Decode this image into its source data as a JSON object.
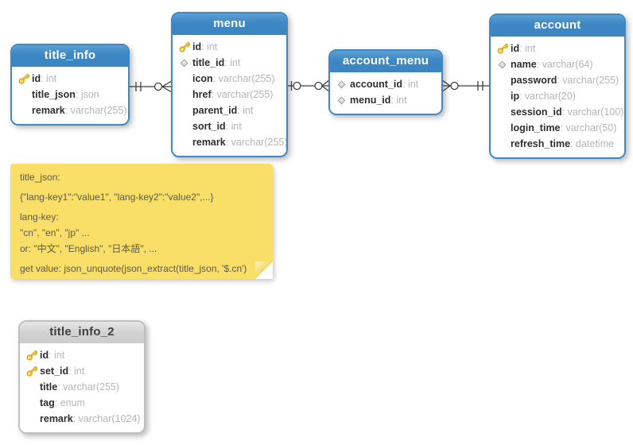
{
  "diagram": {
    "tables": [
      {
        "id": "title_info",
        "title": "title_info",
        "style": "blue",
        "fields": [
          {
            "icon": "key",
            "name": "id",
            "type": "int"
          },
          {
            "icon": "none",
            "name": "title_json",
            "type": "json"
          },
          {
            "icon": "none",
            "name": "remark",
            "type": "varchar(255)"
          }
        ]
      },
      {
        "id": "menu",
        "title": "menu",
        "style": "blue",
        "fields": [
          {
            "icon": "key",
            "name": "id",
            "type": "int"
          },
          {
            "icon": "diamond",
            "name": "title_id",
            "type": "int"
          },
          {
            "icon": "none",
            "name": "icon",
            "type": "varchar(255)"
          },
          {
            "icon": "none",
            "name": "href",
            "type": "varchar(255)"
          },
          {
            "icon": "none",
            "name": "parent_id",
            "type": "int"
          },
          {
            "icon": "none",
            "name": "sort_id",
            "type": "int"
          },
          {
            "icon": "none",
            "name": "remark",
            "type": "varchar(255)"
          }
        ]
      },
      {
        "id": "account_menu",
        "title": "account_menu",
        "style": "blue",
        "fields": [
          {
            "icon": "diamond",
            "name": "account_id",
            "type": "int"
          },
          {
            "icon": "diamond",
            "name": "menu_id",
            "type": "int"
          }
        ]
      },
      {
        "id": "account",
        "title": "account",
        "style": "blue",
        "fields": [
          {
            "icon": "key",
            "name": "id",
            "type": "int"
          },
          {
            "icon": "diamond",
            "name": "name",
            "type": "varchar(64)"
          },
          {
            "icon": "none",
            "name": "password",
            "type": "varchar(255)"
          },
          {
            "icon": "none",
            "name": "ip",
            "type": "varchar(20)"
          },
          {
            "icon": "none",
            "name": "session_id",
            "type": "varchar(100)"
          },
          {
            "icon": "none",
            "name": "login_time",
            "type": "varchar(50)"
          },
          {
            "icon": "none",
            "name": "refresh_time",
            "type": "datetime"
          }
        ]
      },
      {
        "id": "title_info_2",
        "title": "title_info_2",
        "style": "gray",
        "fields": [
          {
            "icon": "key",
            "name": "id",
            "type": "int"
          },
          {
            "icon": "key",
            "name": "set_id",
            "type": "int"
          },
          {
            "icon": "none",
            "name": "title",
            "type": "varchar(255)"
          },
          {
            "icon": "none",
            "name": "tag",
            "type": "enum"
          },
          {
            "icon": "none",
            "name": "remark",
            "type": "varchar(1024)"
          }
        ]
      }
    ],
    "relationships": [
      {
        "from": "title_info",
        "to": "menu",
        "from_cardinality": "one-and-only-one",
        "to_cardinality": "zero-or-many"
      },
      {
        "from": "menu",
        "to": "account_menu",
        "from_cardinality": "zero-or-one",
        "to_cardinality": "zero-or-many"
      },
      {
        "from": "account_menu",
        "to": "account",
        "from_cardinality": "zero-or-many",
        "to_cardinality": "one-and-only-one"
      }
    ],
    "note": {
      "lines": [
        "title_json:",
        "{\"lang-key1\":\"value1\", \"lang-key2\":\"value2\",...}",
        "lang-key:",
        "\"cn\", \"en\", \"jp\" ...",
        "or: \"中文\", \"English\", \"日本語\", ...",
        "get value: json_unquote(json_extract(title_json, '$.cn')"
      ]
    },
    "colors": {
      "table_header_blue": "#3a85c2",
      "table_border_blue": "#3e88c5",
      "table_header_gray": "#d2d2d2",
      "note_yellow": "#f9df67",
      "field_name_text": "#2f2f2f",
      "field_type_text": "#b5b5b5",
      "connector_line": "#3f3f3f"
    }
  }
}
